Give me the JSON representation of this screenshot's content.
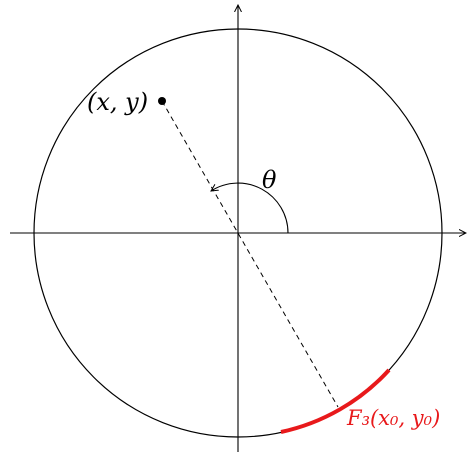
{
  "labels": {
    "point": "(x, y)",
    "angle": "θ",
    "arc": "F₃(x₀, y₀)"
  },
  "colors": {
    "stroke": "#000000",
    "highlight": "#e8191b",
    "background": "#ffffff"
  }
}
